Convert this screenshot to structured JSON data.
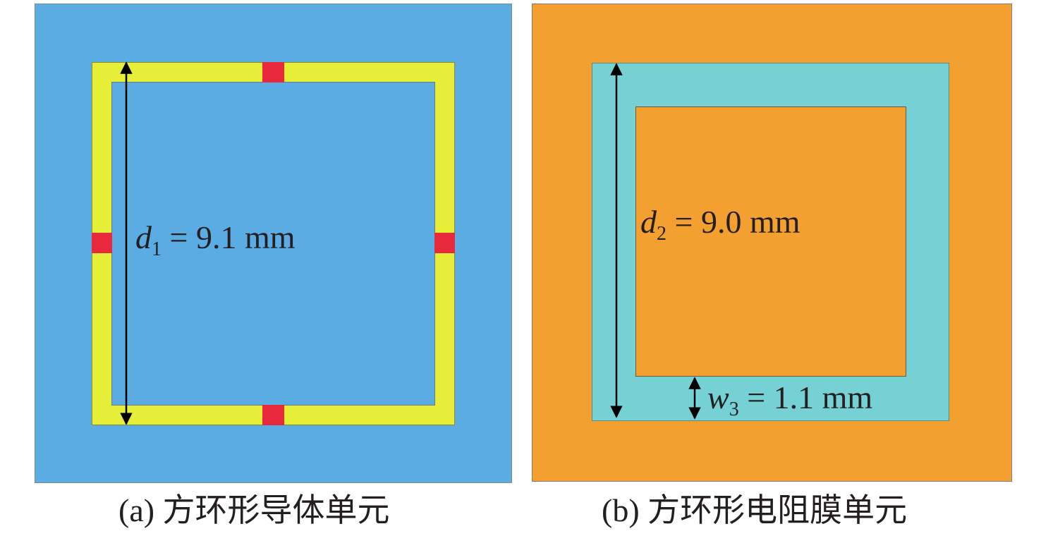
{
  "colors": {
    "substrate_a": "#5aace3",
    "ring_conductor": "#e6ee38",
    "gap_patch": "#e8283c",
    "substrate_b": "#f4a030",
    "resistive_ring": "#76d1d4",
    "dimension_line": "#000000"
  },
  "panel_a": {
    "dim_d1": {
      "symbol": "d",
      "subscript": "1",
      "value": "= 9.1 mm"
    },
    "caption": "(a) 方环形导体单元"
  },
  "panel_b": {
    "dim_d2": {
      "symbol": "d",
      "subscript": "2",
      "value": "= 9.0 mm"
    },
    "dim_w3": {
      "symbol": "w",
      "subscript": "3",
      "value": "= 1.1 mm"
    },
    "caption": "(b) 方环形电阻膜单元"
  }
}
